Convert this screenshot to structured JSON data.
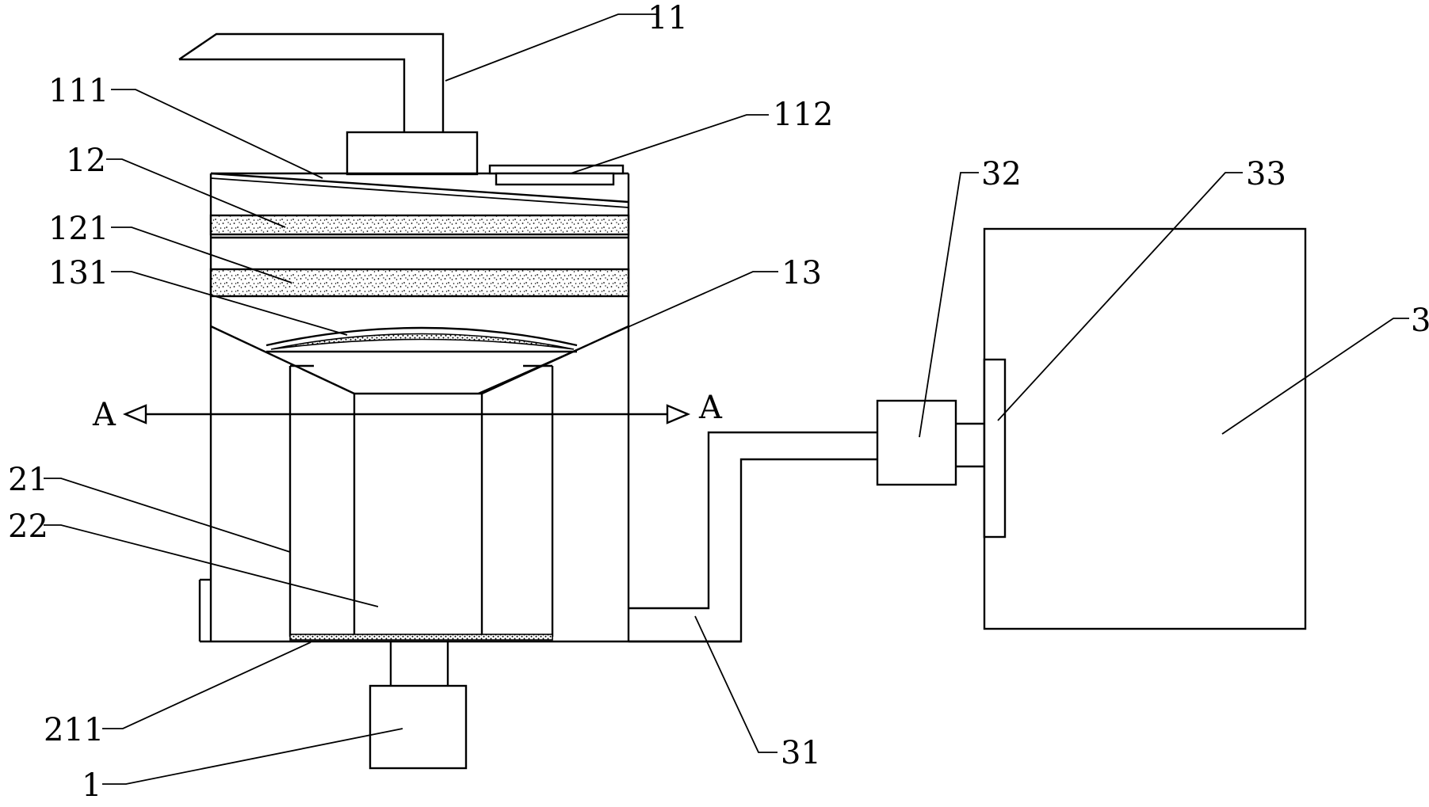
{
  "labels": {
    "l11": "11",
    "l111": "111",
    "l112": "112",
    "l12": "12",
    "l121": "121",
    "l131": "131",
    "l13": "13",
    "l32": "32",
    "l33": "33",
    "l3": "3",
    "l21": "21",
    "l22": "22",
    "l211": "211",
    "l1": "1",
    "l31": "31",
    "section_left": "A",
    "section_right": "A"
  }
}
